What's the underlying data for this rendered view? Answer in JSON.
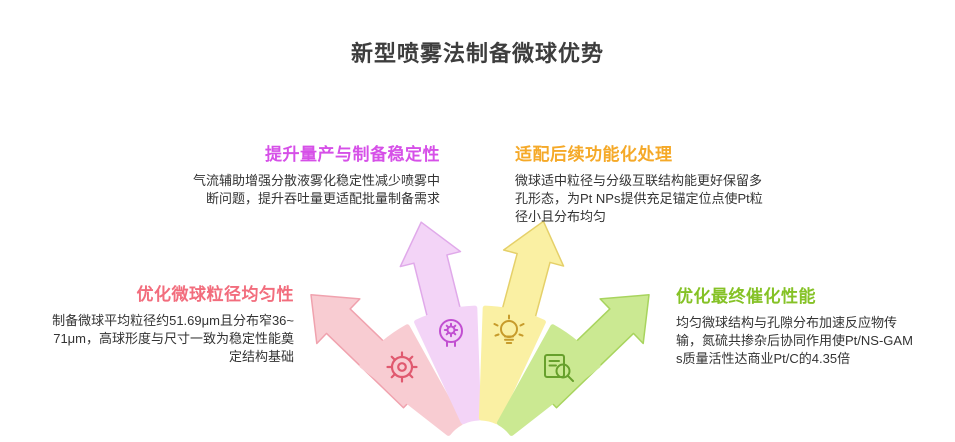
{
  "title": "新型喷雾法制备微球优势",
  "title_color": "#3d3d3d",
  "body_text_color": "#333333",
  "sections": {
    "uniformity": {
      "heading": "优化微球粒径均匀性",
      "body": "制备微球平均粒径约51.69μm且分布窄36~71μm，高球形度与尺寸一致为稳定性能奠定结构基础",
      "color": "#f26d7d",
      "fill": "#f8ccd2",
      "stroke": "#f0a2ae",
      "icon_color": "#e0596f",
      "icon": "gear-icon"
    },
    "stability": {
      "heading": "提升量产与制备稳定性",
      "body": "气流辅助增强分散液雾化稳定性减少喷雾中断问题，提升吞吐量更适配批量制备需求",
      "color": "#d650e8",
      "fill": "#f3d4f7",
      "stroke": "#e0a9ea",
      "icon_color": "#c14fd1",
      "icon": "head-gear-icon"
    },
    "functionalization": {
      "heading": "适配后续功能化处理",
      "body": "微球适中粒径与分级互联结构能更好保留多孔形态，为Pt NPs提供充足锚定位点使Pt粒径小且分布均匀",
      "color": "#f5a928",
      "fill": "#faf0a3",
      "stroke": "#e5d069",
      "icon_color": "#c79b2b",
      "icon": "lightbulb-icon"
    },
    "catalytic": {
      "heading": "优化最终催化性能",
      "body": "均匀微球结构与孔隙分布加速反应物传输，氮硫共掺杂后协同作用使Pt/NS-GAMs质量活性达商业Pt/C的4.35倍",
      "color": "#85c226",
      "fill": "#cbe992",
      "stroke": "#a8d45e",
      "icon_color": "#67a02c",
      "icon": "magnifier-document-icon"
    }
  }
}
